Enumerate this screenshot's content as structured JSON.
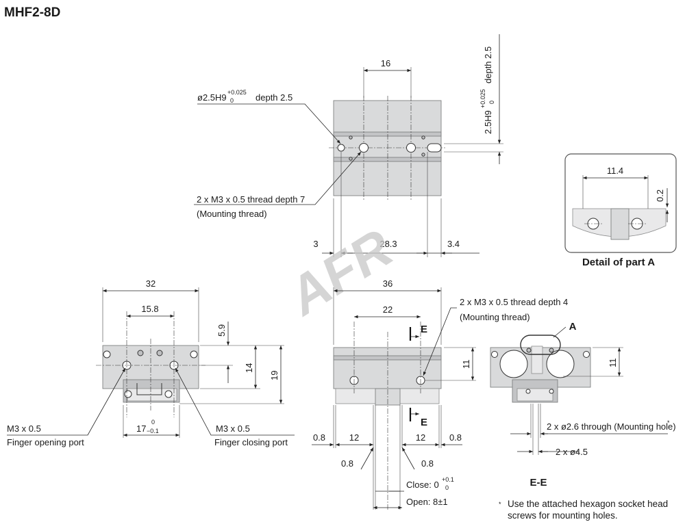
{
  "title": "MHF2-8D",
  "watermark": "AFR",
  "top_view": {
    "hole_label_main": "ø2.5H9",
    "hole_label_tol_upper": "+0.025",
    "hole_label_tol_lower": "0",
    "hole_label_suffix": "depth 2.5",
    "vertical_label_main": "2.5H9",
    "vertical_label_tol_upper": "+0.025",
    "vertical_label_tol_lower": "0",
    "vertical_label_suffix": "depth 2.5",
    "dim_16": "16",
    "thread_label": "2 x M3 x 0.5 thread depth 7",
    "thread_sub": "(Mounting thread)",
    "dim_3": "3",
    "dim_28_3": "28.3",
    "dim_3_4": "3.4"
  },
  "detail": {
    "dim_11_4": "11.4",
    "dim_0_2": "0.2",
    "caption": "Detail of part A"
  },
  "side_view": {
    "dim_32": "32",
    "dim_15_8": "15.8",
    "dim_5_9": "5.9",
    "dim_14": "14",
    "dim_19": "19",
    "dim_17_main": "17",
    "dim_17_tol_upper": "0",
    "dim_17_tol_lower": "−0.1",
    "left_port_label": "M3 x 0.5",
    "left_port_sub": "Finger opening port",
    "right_port_label": "M3 x 0.5",
    "right_port_sub": "Finger closing port"
  },
  "front_view": {
    "dim_36": "36",
    "dim_22": "22",
    "thread_label": "2 x M3 x 0.5 thread depth 4",
    "thread_sub": "(Mounting thread)",
    "section_mark": "E",
    "dim_11": "11",
    "dim_0_8": "0.8",
    "dim_12": "12",
    "close_label": "Close: 0",
    "close_tol_upper": "+0.1",
    "close_tol_lower": "0",
    "open_label": "Open: 8±1"
  },
  "section_view": {
    "ref_a": "A",
    "dim_11": "11",
    "hole_label": "2 x ø2.6 through (Mounting hole)",
    "hole_label_mark": "*",
    "dim_4_5": "2 x ø4.5",
    "caption": "E-E"
  },
  "footnote": {
    "mark": "*",
    "line1": "Use the attached hexagon socket head",
    "line2": "screws for mounting holes."
  }
}
